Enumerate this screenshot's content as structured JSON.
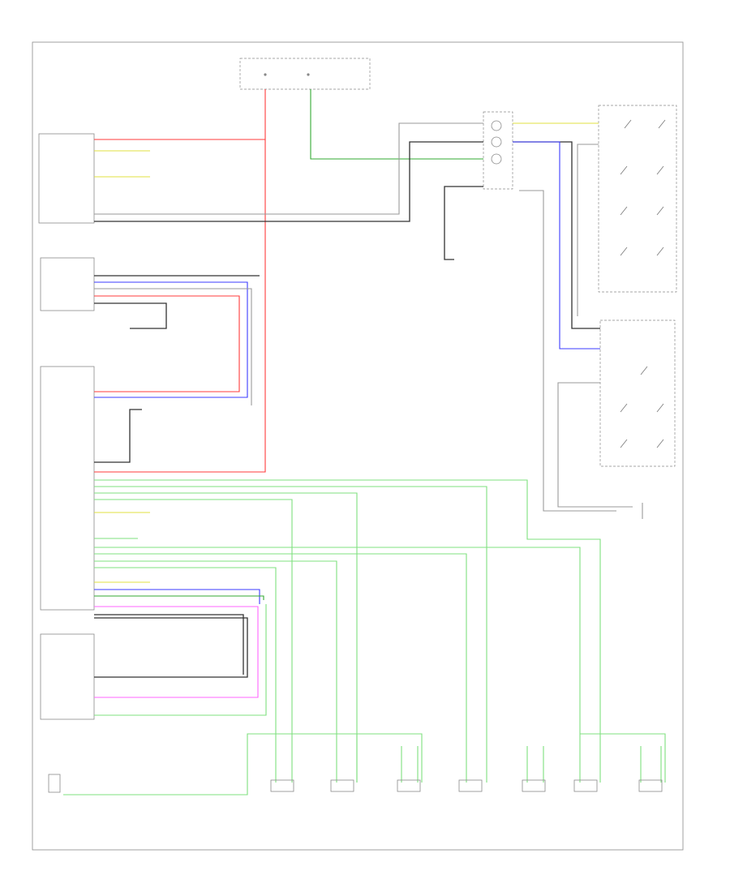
{
  "page_label": "",
  "components": {
    "fuse_box": {
      "label": ""
    },
    "audio_unit": {
      "label": ""
    },
    "switch_panel": {
      "label": ""
    },
    "amplifier": {
      "label": ""
    },
    "media_unit": {
      "label": ""
    },
    "clock_spring": {
      "label": ""
    },
    "right_steering_switches": {
      "label": ""
    },
    "left_steering_switches": {
      "label": ""
    },
    "steering_ground": {
      "label": ""
    },
    "antenna_amp": {
      "label": ""
    }
  },
  "speakers": [
    {
      "id": "rr-spk",
      "label": ""
    },
    {
      "id": "rf-spk",
      "label": ""
    },
    {
      "id": "rf-tweeter",
      "label": ""
    },
    {
      "id": "lr-spk",
      "label": ""
    },
    {
      "id": "lr2-spk",
      "label": ""
    },
    {
      "id": "lf-spk",
      "label": ""
    },
    {
      "id": "lf-tweeter",
      "label": ""
    }
  ],
  "colors": {
    "red_wire": "#ff3b3b",
    "green_wire": "#7fe07f",
    "blue_wire": "#3b3bff",
    "yellow_wire": "#e0e040",
    "black_wire": "#333333",
    "gray_wire": "#9a9a9a",
    "pink_wire": "#ff66ff",
    "frame": "#8a8a8a"
  }
}
